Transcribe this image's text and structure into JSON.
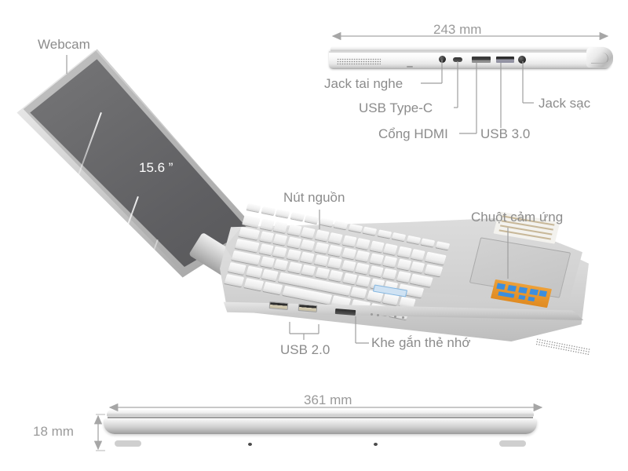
{
  "product": {
    "type": "laptop-spec-diagram",
    "screen_size": "15.6 ”"
  },
  "dimensions": {
    "depth": "243 mm",
    "width": "361 mm",
    "height": "18 mm"
  },
  "labels": {
    "webcam": "Webcam",
    "headphone_jack": "Jack tai nghe",
    "usb_type_c": "USB Type-C",
    "hdmi_port": "Cổng HDMI",
    "usb_30": "USB 3.0",
    "charging_jack": "Jack sạc",
    "power_button": "Nút nguồn",
    "touchpad": "Chuột cảm ứng",
    "usb_20": "USB 2.0",
    "card_reader": "Khe gắn thẻ nhớ"
  },
  "colors": {
    "label_text": "#8c8c8c",
    "dimension_text": "#9a9a9a",
    "leader_line": "#9e9e9e",
    "screen": "#6c6c6e",
    "chassis": "#d6d6d6",
    "background": "#ffffff"
  }
}
